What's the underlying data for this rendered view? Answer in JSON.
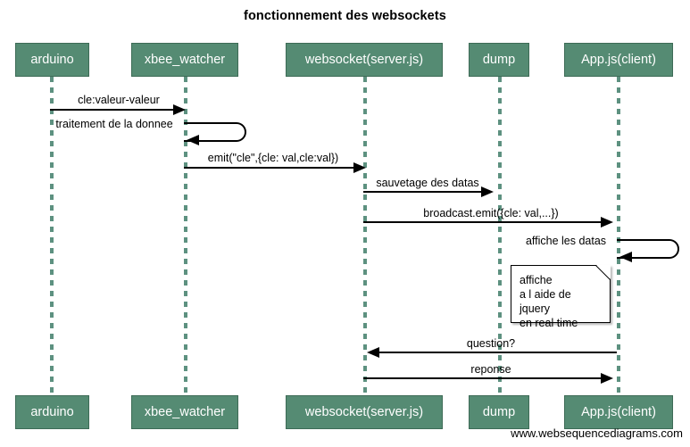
{
  "diagram": {
    "title": "fonctionnement des websockets",
    "footer": "www.websequencediagrams.com",
    "accent_color": "#558b73",
    "lifeline_color": "#5d9180",
    "background_color": "#ffffff",
    "line_color": "#000000"
  },
  "participants": [
    {
      "id": "arduino",
      "label": "arduino"
    },
    {
      "id": "xbee",
      "label": "xbee_watcher"
    },
    {
      "id": "websocket",
      "label": "websocket(server.js)"
    },
    {
      "id": "dump",
      "label": "dump"
    },
    {
      "id": "appjs",
      "label": "App.js(client)"
    }
  ],
  "messages": [
    {
      "id": "m1",
      "label": "cle:valeur-valeur",
      "from": "arduino",
      "to": "xbee",
      "kind": "call",
      "direction": "right"
    },
    {
      "id": "m2",
      "label": "traitement de la donnee",
      "from": "xbee",
      "to": "xbee",
      "kind": "self",
      "direction": "self"
    },
    {
      "id": "m3",
      "label": "emit(\"cle\",{cle: val,cle:val})",
      "from": "xbee",
      "to": "websocket",
      "kind": "call",
      "direction": "right"
    },
    {
      "id": "m4",
      "label": "sauvetage des datas",
      "from": "websocket",
      "to": "dump",
      "kind": "call",
      "direction": "right"
    },
    {
      "id": "m5",
      "label": "broadcast.emit({cle: val,...})",
      "from": "websocket",
      "to": "appjs",
      "kind": "call",
      "direction": "right"
    },
    {
      "id": "m6",
      "label": "affiche les datas",
      "from": "appjs",
      "to": "appjs",
      "kind": "self",
      "direction": "self"
    },
    {
      "id": "m7",
      "label": "question?",
      "from": "appjs",
      "to": "websocket",
      "kind": "call",
      "direction": "left"
    },
    {
      "id": "m8",
      "label": "reponse",
      "from": "websocket",
      "to": "appjs",
      "kind": "call",
      "direction": "right"
    }
  ],
  "notes": [
    {
      "id": "n1",
      "attached_to": "appjs",
      "lines": [
        "affiche",
        " a l aide de jquery",
        "en real time"
      ]
    }
  ]
}
